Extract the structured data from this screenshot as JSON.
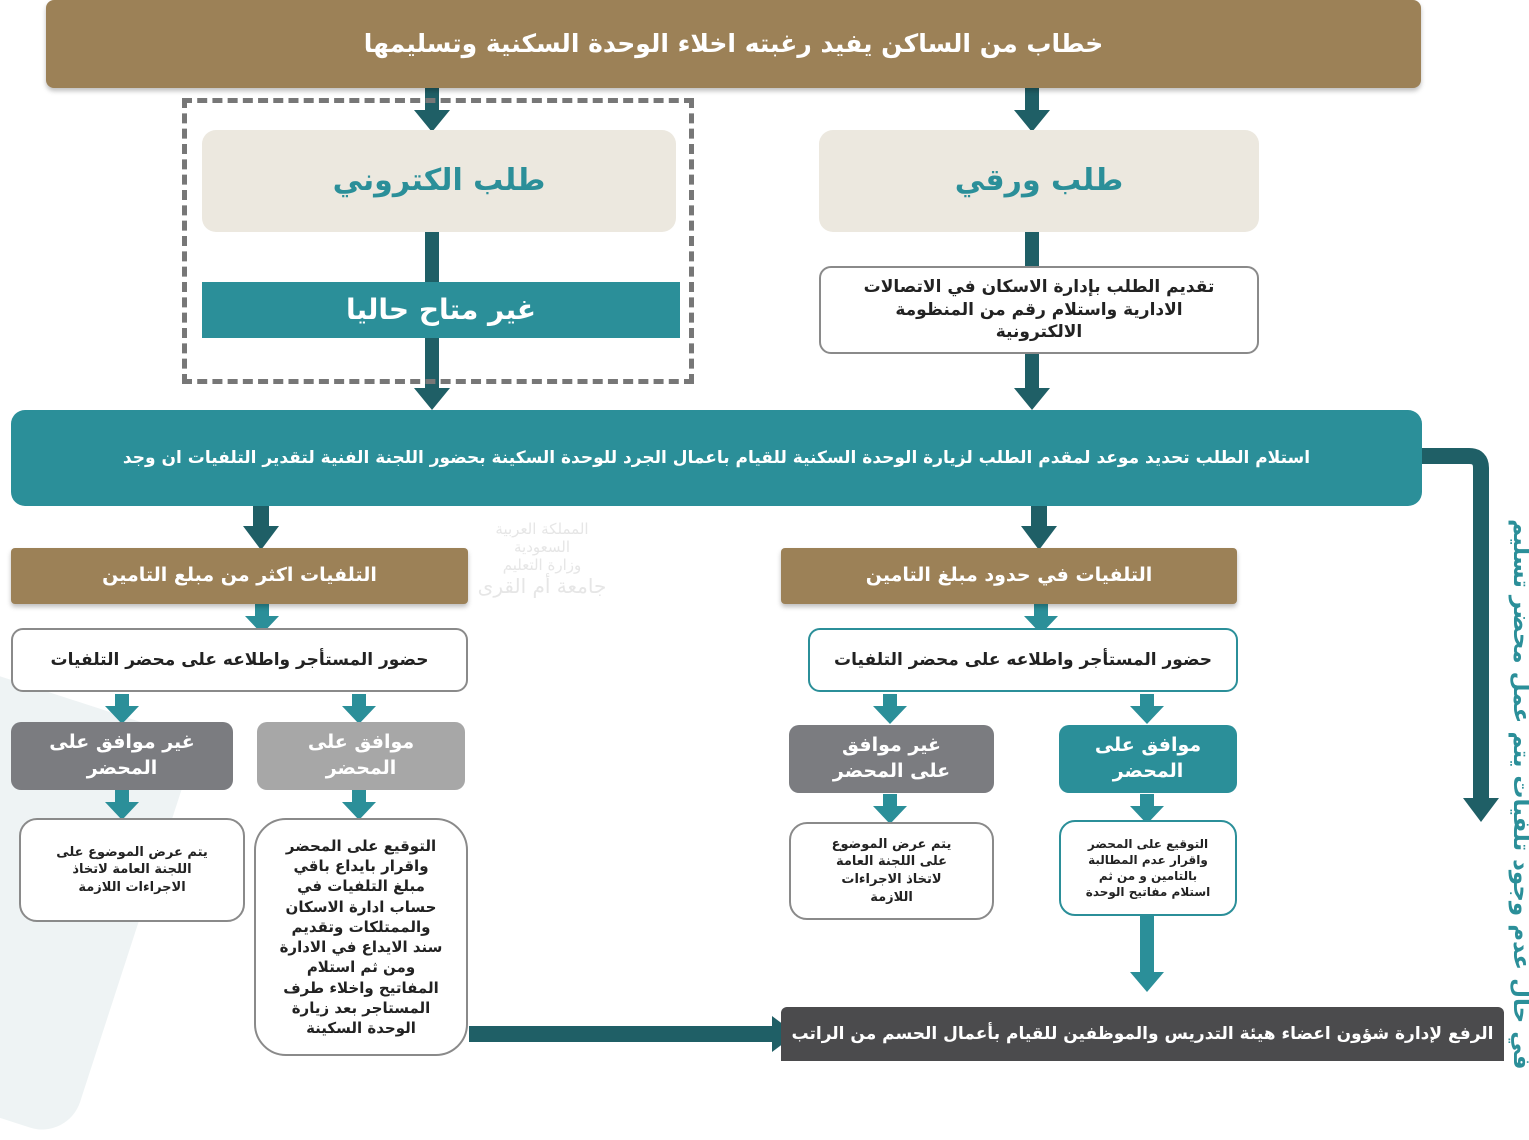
{
  "top": "خطاب من الساكن يفيد رغبته اخلاء الوحدة السكنية وتسليمها",
  "paper_request": "طلب ورقي",
  "electronic_request": "طلب الكتروني",
  "not_available": "غير متاح حاليا",
  "submit_request": "تقديم الطلب بإدارة الاسكان في الاتصالات الادارية واستلام رقم من المنظومة الالكترونية",
  "receive_request": "استلام الطلب  تحديد موعد لمقدم الطلب لزيارة الوحدة السكنية  للقيام باعمال الجرد للوحدة السكينة بحضور اللجنة الفنية لتقدير التلفيات ان وجد",
  "damage_within": "التلفيات في حدود مبلغ التامين",
  "damage_exceeds": "التلفيات اكثر من مبلع التامين",
  "tenant_attend_right": "حضور المستأجر واطلاعه على محضر التلفيات",
  "tenant_attend_left": "حضور المستأجر واطلاعه على محضر التلفيات",
  "agree_right": "موافق على المحضر",
  "disagree_right": "غير موافق على المحضر",
  "agree_left": "موافق على المحضر",
  "disagree_left": "غير موافق على المحضر",
  "sign_right": "التوقيع على المحضر واقرار عدم المطالبة بالتامين و من ثم استلام مفاتيح الوحدة",
  "committee_right": "يتم عرض الموضوع على اللجنة العامة لاتخاذ الاجراءات اللازمة",
  "sign_left": "التوقيع على المحضر واقرار بايداع  باقي مبلغ التلفيات في حساب ادارة الاسكان والممتلكات وتقديم سند الايداع في الادارة ومن ثم استلام المفاتيح واخلاء طرف المستاجر بعد زيارة الوحدة السكينة",
  "committee_left": "يتم عرض الموضوع على اللجنة العامة لاتخاذ الاجراءات اللازمة",
  "final": "الرفع لإدارة شؤون اعضاء هيئة التدريس والموظفين للقيام بأعمال الحسم من الراتب",
  "side_note": "في حال عدم وجود تلفيات يتم عمل محضر تسليم",
  "watermark": [
    "المملكة العربية السعودية",
    "وزارة التعليم",
    "جامعة أم القرى"
  ]
}
